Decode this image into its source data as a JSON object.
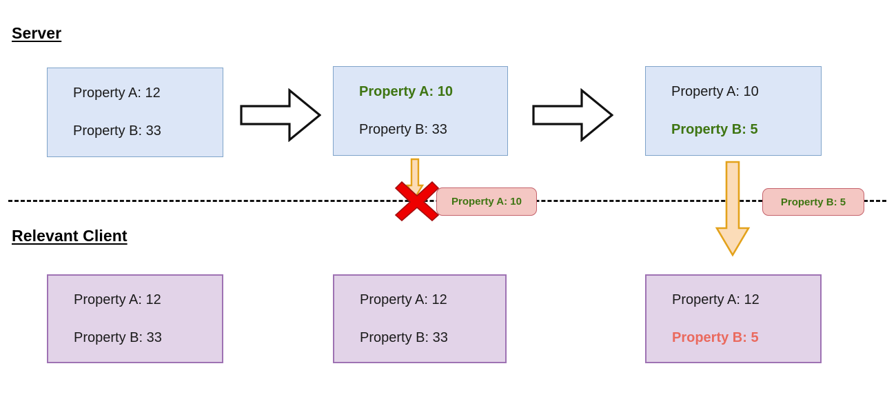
{
  "diagram": {
    "title_server": "Server",
    "title_client": "Relevant Client",
    "server_states": [
      {
        "name": "server-state-initial",
        "lines": [
          {
            "text": "Property A: 12",
            "style": "normal"
          },
          {
            "text": "Property B: 33",
            "style": "normal"
          }
        ]
      },
      {
        "name": "server-state-a-updated",
        "lines": [
          {
            "text": "Property A: 10",
            "style": "highlight-green"
          },
          {
            "text": "Property B: 33",
            "style": "normal"
          }
        ]
      },
      {
        "name": "server-state-b-updated",
        "lines": [
          {
            "text": "Property A: 10",
            "style": "normal"
          },
          {
            "text": "Property B: 5",
            "style": "highlight-green"
          }
        ]
      }
    ],
    "client_states": [
      {
        "name": "client-state-initial",
        "lines": [
          {
            "text": "Property A: 12",
            "style": "normal"
          },
          {
            "text": "Property B: 33",
            "style": "normal"
          }
        ]
      },
      {
        "name": "client-state-stale",
        "lines": [
          {
            "text": "Property A: 12",
            "style": "normal"
          },
          {
            "text": "Property B: 33",
            "style": "normal"
          }
        ]
      },
      {
        "name": "client-state-partially-synced",
        "lines": [
          {
            "text": "Property A: 12",
            "style": "normal"
          },
          {
            "text": "Property B: 5",
            "style": "highlight-red"
          }
        ]
      }
    ],
    "messages": [
      {
        "name": "message-property-a",
        "label": "Property A: 10",
        "delivered": false
      },
      {
        "name": "message-property-b",
        "label": "Property B: 5",
        "delivered": true
      }
    ],
    "colors": {
      "server_box_fill": "#dce6f7",
      "server_box_border": "#7ea3c9",
      "client_box_fill": "#e2d3e8",
      "client_box_border": "#9e72b3",
      "highlight_green": "#3e7512",
      "highlight_red": "#ea6a5e",
      "badge_fill": "#f4c7c3",
      "badge_border": "#c4626b",
      "arrow_fill": "#fbdcb8",
      "arrow_border": "#e3a21b",
      "blocked_x": "#ee0000",
      "divider": "#111111"
    }
  }
}
